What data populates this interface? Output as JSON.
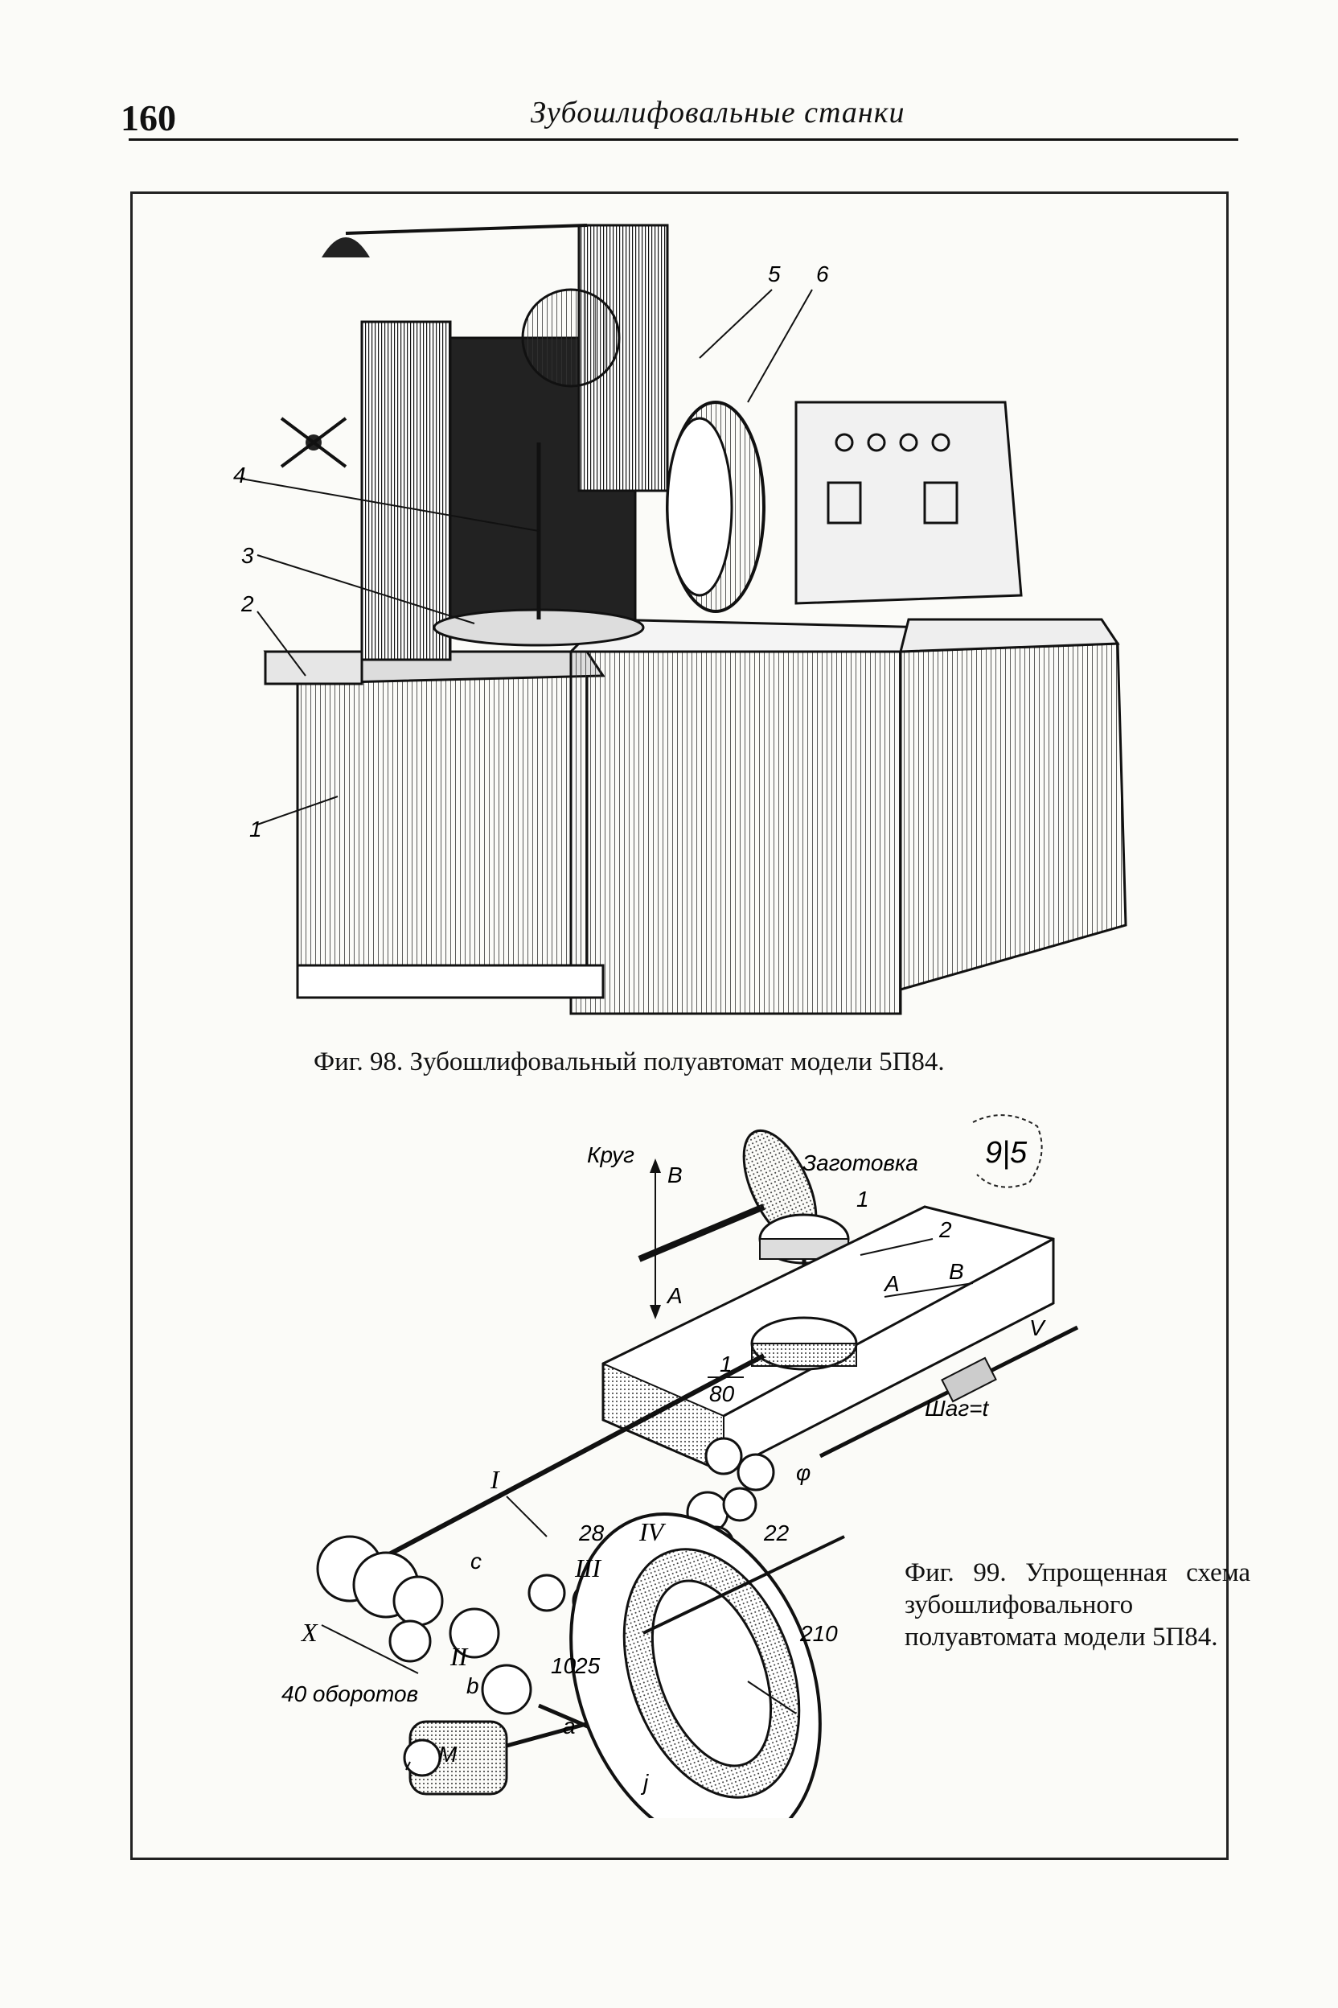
{
  "header": {
    "page_number": "160",
    "running_head": "Зубошлифовальные станки"
  },
  "figure98": {
    "caption": "Фиг. 98. Зубошлифовальный полуавтомат модели 5П84.",
    "callouts": [
      "1",
      "2",
      "3",
      "4",
      "5",
      "6"
    ]
  },
  "figure99": {
    "caption": "Фиг. 99. Упрощенная схема зубошлифовального полуавтомата модели 5П84.",
    "labels": {
      "wheel": "Круг",
      "workpiece": "Заготовка",
      "dir_b_vertical": "В",
      "dir_a_vertical": "А",
      "part_1": "1",
      "part_2": "2",
      "dir_a": "А",
      "dir_b": "В",
      "shaft_v": "V",
      "ratio_num": "1",
      "ratio_den": "80",
      "pitch": "Шаг=t",
      "shaft_i": "I",
      "phi": "φ",
      "gear_28": "28",
      "shaft_iv": "IV",
      "gear_22": "22",
      "gear_c": "c",
      "shaft_iii": "III",
      "shaft_x": "X",
      "shaft_ii": "II",
      "gear_10": "10",
      "gear_25": "25",
      "disk_210": "210",
      "revolutions": "40 оборотов",
      "gear_b": "b",
      "gear_a": "a",
      "motor": "М",
      "cam_j": "j"
    }
  },
  "margin_note": "9|5"
}
